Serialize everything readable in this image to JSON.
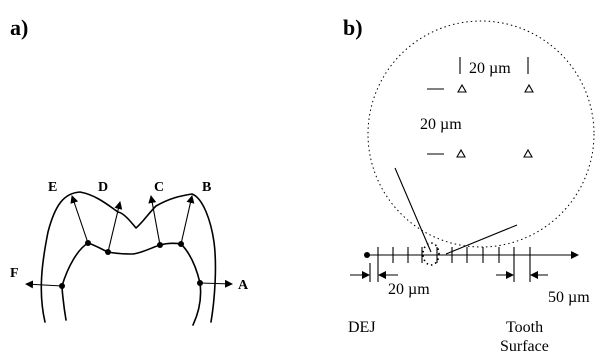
{
  "panel_a": {
    "label": "a)",
    "arrow_labels": [
      "A",
      "B",
      "C",
      "D",
      "E",
      "F"
    ]
  },
  "panel_b": {
    "label": "b)",
    "inset": {
      "horizontal_spacing": "20 µm",
      "vertical_spacing": "20 µm"
    },
    "axis": {
      "spacing_near_dej": "20 µm",
      "spacing_near_surface": "50 µm",
      "left_end_label": "DEJ",
      "right_end_label_line1": "Tooth",
      "right_end_label_line2": "Surface"
    }
  }
}
